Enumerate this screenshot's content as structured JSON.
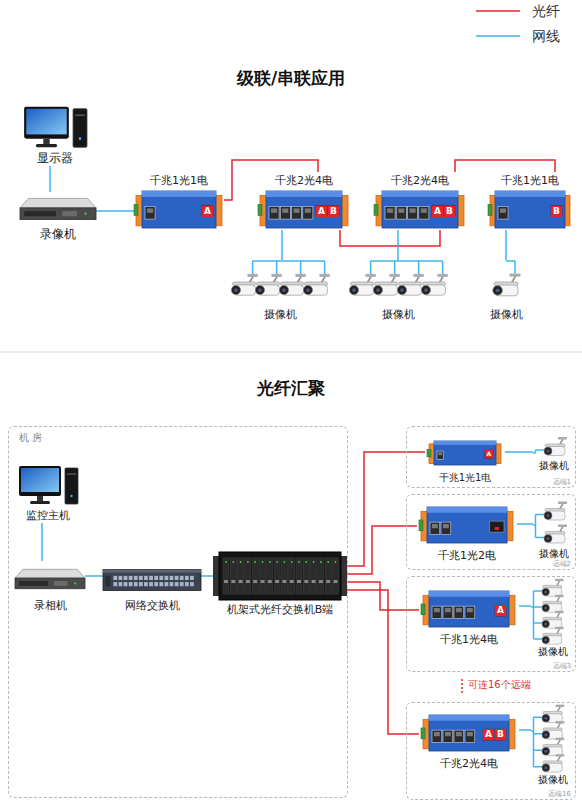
{
  "diagram": {
    "nodes": [
      {
        "text": [
          "显示器"
        ]
      },
      {
        "text": [
          "录像机"
        ]
      },
      {
        "text": [
          "千兆1光1电"
        ]
      },
      {
        "text": [
          "千兆2光4电"
        ]
      },
      {
        "text": [
          "千兆2光4电"
        ]
      },
      {
        "text": [
          "千兆1光1电"
        ]
      },
      {
        "text": [
          "摄像机"
        ]
      },
      {
        "text": [
          "摄像机"
        ]
      },
      {
        "text": [
          "摄像机"
        ]
      },
      {
        "text": [
          "机 房"
        ]
      },
      {
        "text": [
          "监控主机"
        ],
        "in": 9
      },
      {
        "text": [
          "录相机"
        ],
        "in": 9
      },
      {
        "text": [
          "网络交换机"
        ],
        "in": 9
      },
      {
        "text": [
          "机架式光纤交换机B端"
        ],
        "in": 9
      },
      {
        "text": [
          "远端1"
        ]
      },
      {
        "text": [
          "千兆1光1电"
        ],
        "in": 14
      },
      {
        "text": [
          "摄像机"
        ],
        "in": 14
      },
      {
        "text": [
          "远端2"
        ]
      },
      {
        "text": [
          "千兆1光2电"
        ],
        "in": 17
      },
      {
        "text": [
          "摄像机"
        ],
        "in": 17
      },
      {
        "text": [
          "远端3"
        ]
      },
      {
        "text": [
          "千兆1光4电"
        ],
        "in": 20
      },
      {
        "text": [
          "摄像机"
        ],
        "in": 20
      },
      {
        "text": [
          "远端16"
        ]
      },
      {
        "text": [
          "千兆2光4电"
        ],
        "in": 23
      },
      {
        "text": [
          "摄像机"
        ],
        "in": 23
      }
    ],
    "edges": [
      {
        "from": 0,
        "to": 1,
        "arrow": "none"
      },
      {
        "from": 1,
        "to": 2,
        "arrow": "none"
      },
      {
        "from": 2,
        "to": 3,
        "arrow": "none"
      },
      {
        "from": 3,
        "to": 4,
        "arrow": "none"
      },
      {
        "from": 4,
        "to": 5,
        "arrow": "none"
      },
      {
        "from": 3,
        "to": 6,
        "arrow": "none"
      },
      {
        "from": 4,
        "to": 7,
        "arrow": "none"
      },
      {
        "from": 5,
        "to": 8,
        "arrow": "none"
      },
      {
        "from": 10,
        "to": 11,
        "arrow": "none"
      },
      {
        "from": 11,
        "to": 12,
        "arrow": "none"
      },
      {
        "from": 12,
        "to": 13,
        "arrow": "none"
      },
      {
        "from": 13,
        "to": 15,
        "arrow": "none"
      },
      {
        "from": 13,
        "to": 18,
        "arrow": "none"
      },
      {
        "from": 13,
        "to": 21,
        "arrow": "none"
      },
      {
        "from": 13,
        "to": 24,
        "arrow": "none"
      },
      {
        "from": 15,
        "to": 16,
        "arrow": "none"
      },
      {
        "from": 18,
        "to": 19,
        "arrow": "none"
      },
      {
        "from": 21,
        "to": 22,
        "arrow": "none"
      },
      {
        "from": 24,
        "to": 25,
        "arrow": "none"
      }
    ],
    "labels": [
      "级联/串联应用",
      "光纤汇聚",
      "A",
      "A",
      "B",
      "A",
      "B",
      "B",
      "A",
      "A",
      "A",
      "B",
      "可连16个远端"
    ],
    "legend": [
      {
        "text": "光纤"
      },
      {
        "text": "网线"
      }
    ]
  }
}
